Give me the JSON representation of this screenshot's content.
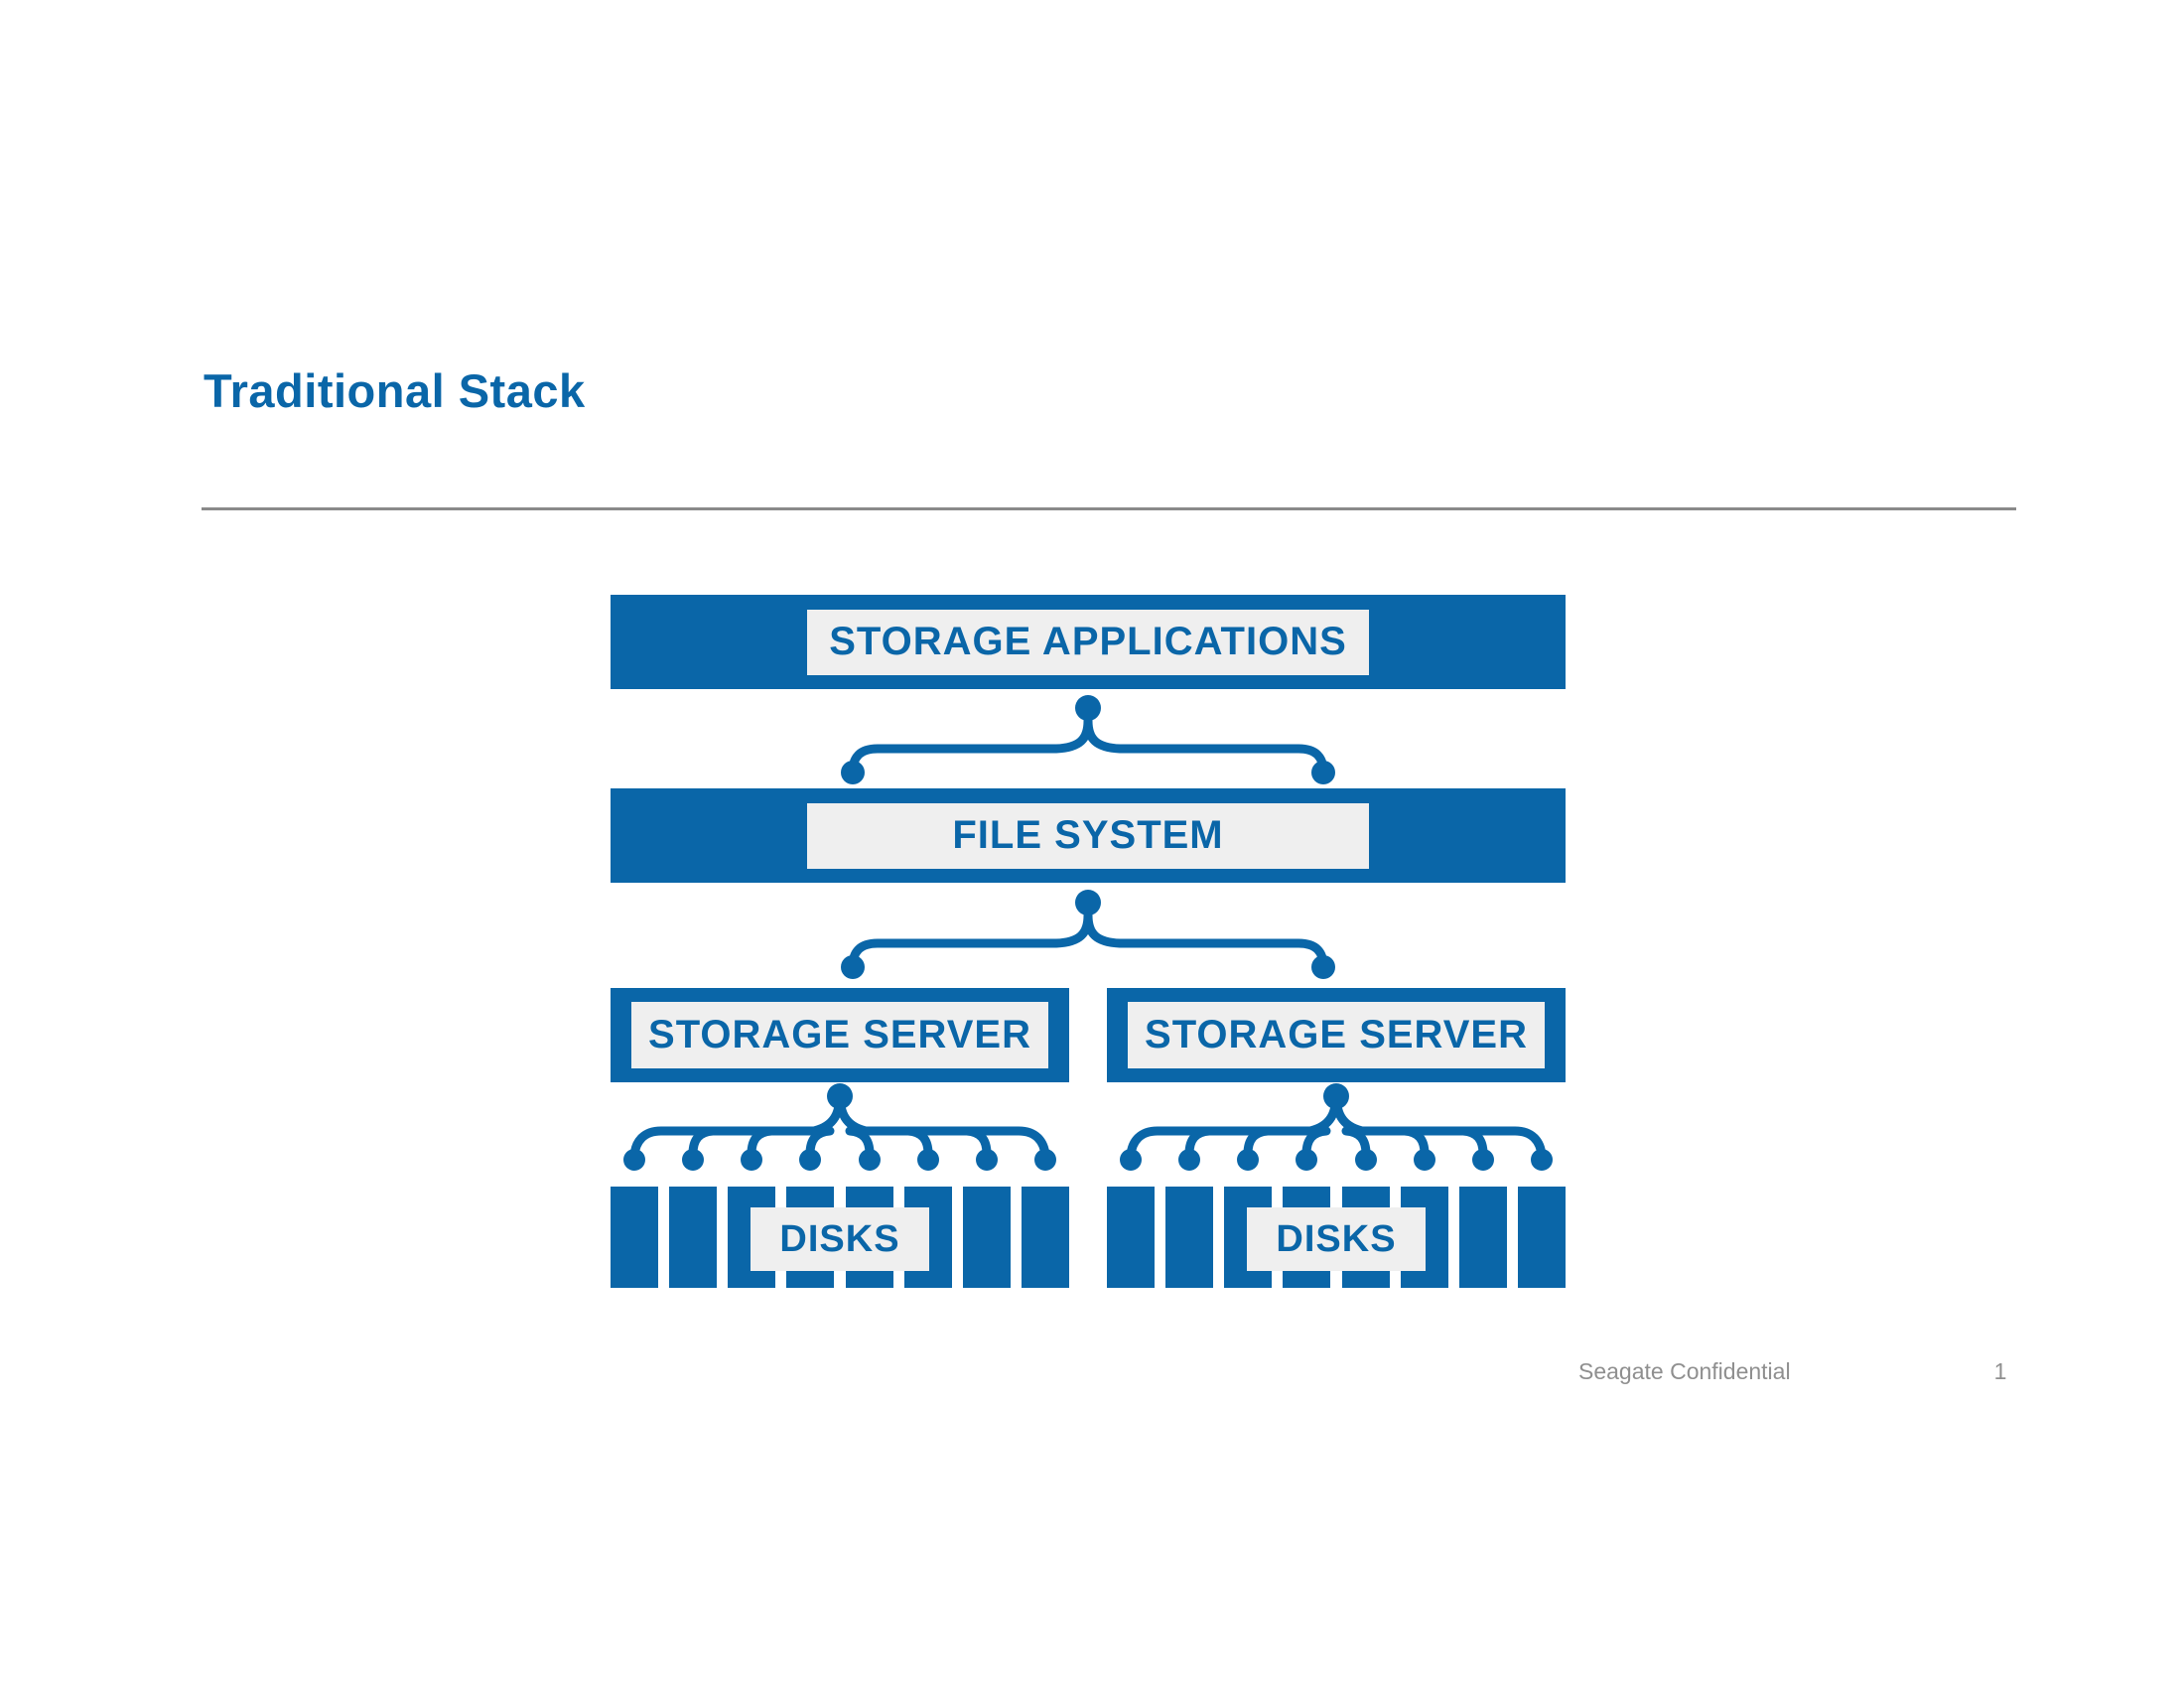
{
  "slide": {
    "title": "Traditional Stack",
    "footer": {
      "confidential": "Seagate Confidential",
      "page_number": "1"
    }
  },
  "diagram": {
    "layers": {
      "storage_applications": "STORAGE APPLICATIONS",
      "file_system": "FILE SYSTEM",
      "storage_server_left": "STORAGE SERVER",
      "storage_server_right": "STORAGE SERVER",
      "disks_left": "DISKS",
      "disks_right": "DISKS"
    },
    "disks_per_server": 8,
    "hierarchy": [
      "STORAGE APPLICATIONS -> FILE SYSTEM",
      "FILE SYSTEM -> STORAGE SERVER (x2)",
      "STORAGE SERVER -> DISKS (8 each)"
    ]
  },
  "colors": {
    "primary_blue": "#0A66A8",
    "label_background": "#EFEFEF",
    "divider_gray": "#8A8A8A",
    "footer_gray": "#8F8F8F"
  }
}
